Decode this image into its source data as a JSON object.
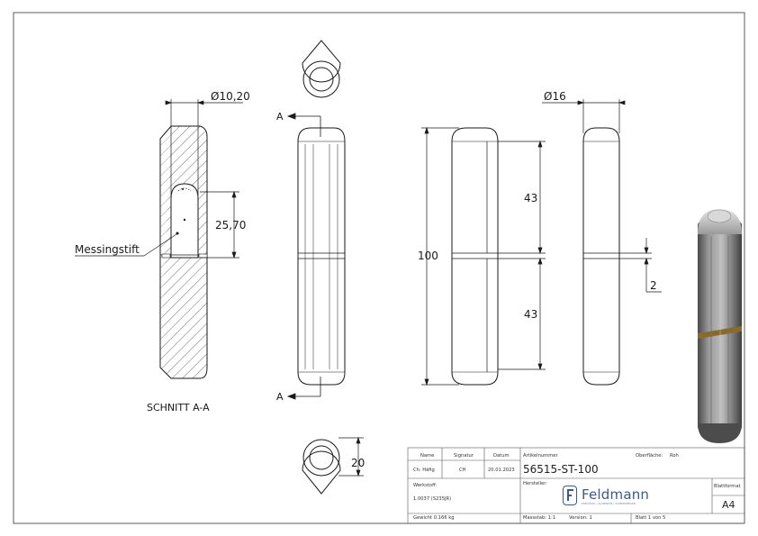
{
  "dimensions": {
    "dia_pin": "Ø10,20",
    "pin_depth": "25,70",
    "dia_hinge": "Ø16",
    "length_total": "100",
    "length_top": "43",
    "length_bottom": "43",
    "gap": "2",
    "width_bottom": "20"
  },
  "labels": {
    "section_mark": "A",
    "section_title": "SCHNITT A-A",
    "callout_brass_pin": "Messingstift"
  },
  "title_block": {
    "name_header": "Name",
    "signature_header": "Signatur",
    "date_header": "Datum",
    "name_value": "Ch. Häfig",
    "signature_value": "CH",
    "date_value": "20.01.2023",
    "article_number_label": "Artikelnummer",
    "article_number": "56515-ST-100",
    "surface_label": "Oberfläche:",
    "surface_value": "Roh",
    "material_label": "Werkstoff:",
    "material_value": "1.0037 (S235JR)",
    "manufacturer_label": "Hersteller:",
    "manufacturer_logo_text": "Feldmann",
    "manufacturer_tagline": "EDELSTAHL | ALUMINIUM | SCHMIEDEEISEN",
    "sheet_format_label": "Blattformat",
    "sheet_format_value": "A4",
    "weight": "Gewicht 0.166 kg",
    "scale": "Massstab: 1:1",
    "version": "Version: 1",
    "sheet": "Blatt 1 von 5"
  },
  "colors": {
    "line": "#1a1a1a",
    "hatch": "#6a6a6a",
    "logo_blue": "#3a5a8c",
    "render_metal": "#8f8f8f",
    "brass_ring": "#8a6a2a"
  }
}
